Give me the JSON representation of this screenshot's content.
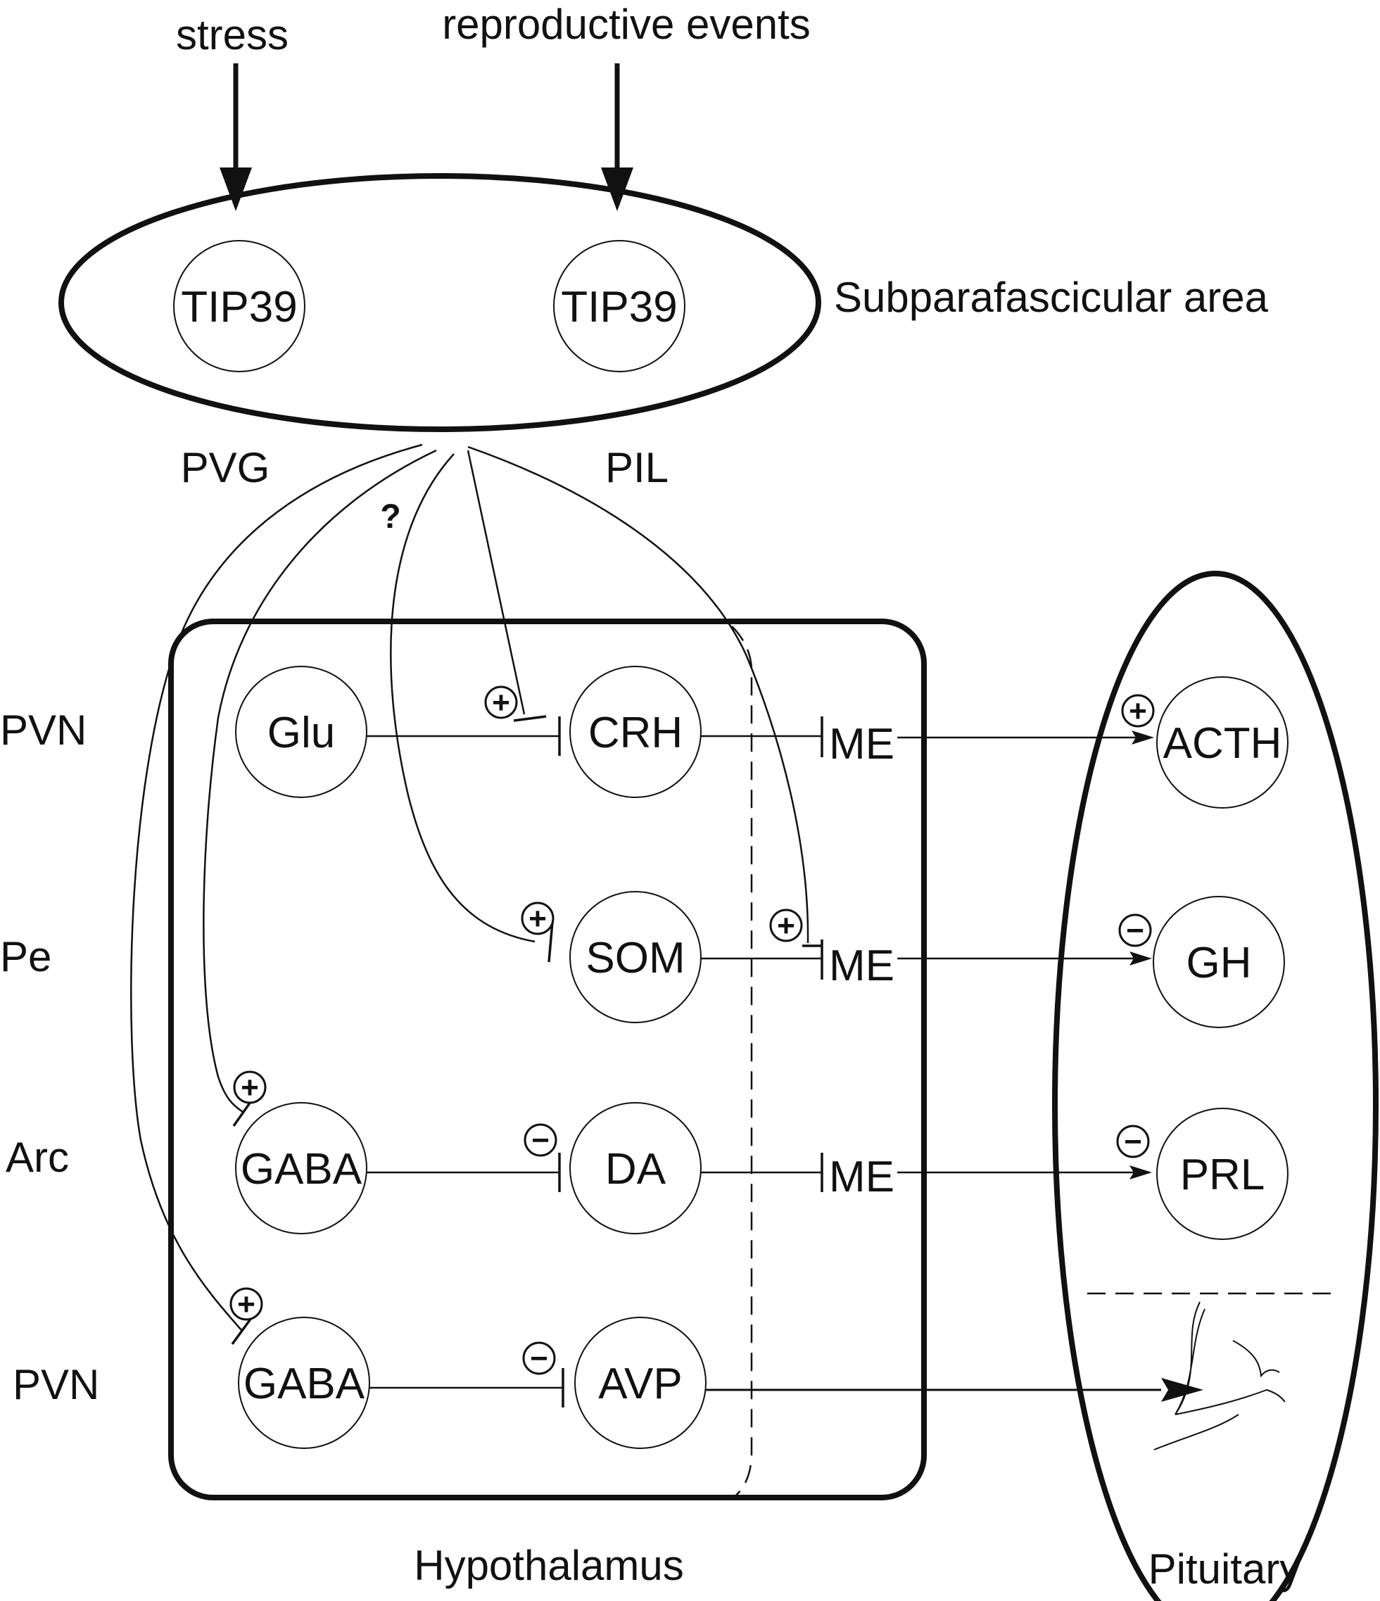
{
  "inputs": {
    "stress": "stress",
    "reproductive": "reproductive events"
  },
  "regions": {
    "subparafascicular": "Subparafascicular area",
    "pvg": "PVG",
    "pil": "PIL",
    "hypothalamus": "Hypothalamus",
    "pituitary": "Pituitary"
  },
  "nuclei": {
    "pvn1": "PVN",
    "pe": "Pe",
    "arc": "Arc",
    "pvn2": "PVN"
  },
  "nodes": {
    "tip39_left": "TIP39",
    "tip39_right": "TIP39",
    "glu": "Glu",
    "crh": "CRH",
    "som": "SOM",
    "gaba1": "GABA",
    "da": "DA",
    "gaba2": "GABA",
    "avp": "AVP",
    "me1": "ME",
    "me2": "ME",
    "me3": "ME",
    "acth": "ACTH",
    "gh": "GH",
    "prl": "PRL"
  },
  "unknown_mark": "?",
  "signs": {
    "plus": "+",
    "minus": "−"
  },
  "colors": {
    "ink": "#111111",
    "background": "#ffffff"
  }
}
